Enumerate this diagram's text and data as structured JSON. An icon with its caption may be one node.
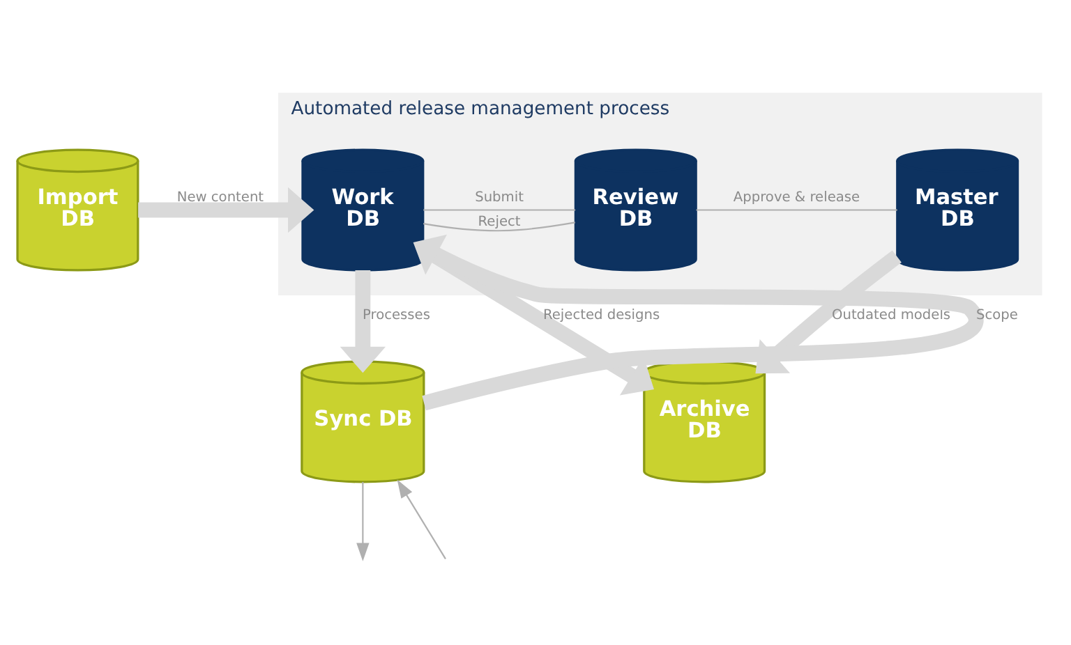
{
  "diagram": {
    "nodes": [
      {
        "text": [
          "Automated release management process"
        ]
      },
      {
        "text": [
          "Import DB"
        ]
      },
      {
        "text": [
          "Work DB"
        ],
        "in": 0
      },
      {
        "text": [
          "Review DB"
        ],
        "in": 0
      },
      {
        "text": [
          "Master DB"
        ],
        "in": 0
      },
      {
        "text": [
          "Sync DB"
        ]
      },
      {
        "text": [
          "Archive DB"
        ]
      }
    ],
    "edges": [
      {
        "from": 1,
        "to": 2,
        "arrow": "to",
        "label": "New content",
        "style": "thick",
        "color": "#d9d9d9"
      },
      {
        "from": 2,
        "to": 3,
        "arrow": "none",
        "label": "Submit"
      },
      {
        "from": 3,
        "to": 2,
        "arrow": "none",
        "label": "Reject"
      },
      {
        "from": 3,
        "to": 4,
        "arrow": "none",
        "label": "Approve & release"
      },
      {
        "from": 2,
        "to": 5,
        "arrow": "to",
        "label": "Processes",
        "style": "thick",
        "color": "#d9d9d9"
      },
      {
        "from": 5,
        "to": 2,
        "arrow": "to",
        "label": "Scope",
        "style": "thick",
        "color": "#d9d9d9"
      },
      {
        "from": 2,
        "to": 6,
        "arrow": "to",
        "label": "Rejected designs",
        "style": "thick",
        "color": "#d9d9d9"
      },
      {
        "from": 4,
        "to": 6,
        "arrow": "to",
        "label": "Outdated models",
        "style": "thick",
        "color": "#d9d9d9"
      },
      {
        "from": null,
        "to": 5,
        "arrow": "to"
      },
      {
        "from": 5,
        "to": null,
        "arrow": "to"
      }
    ]
  }
}
